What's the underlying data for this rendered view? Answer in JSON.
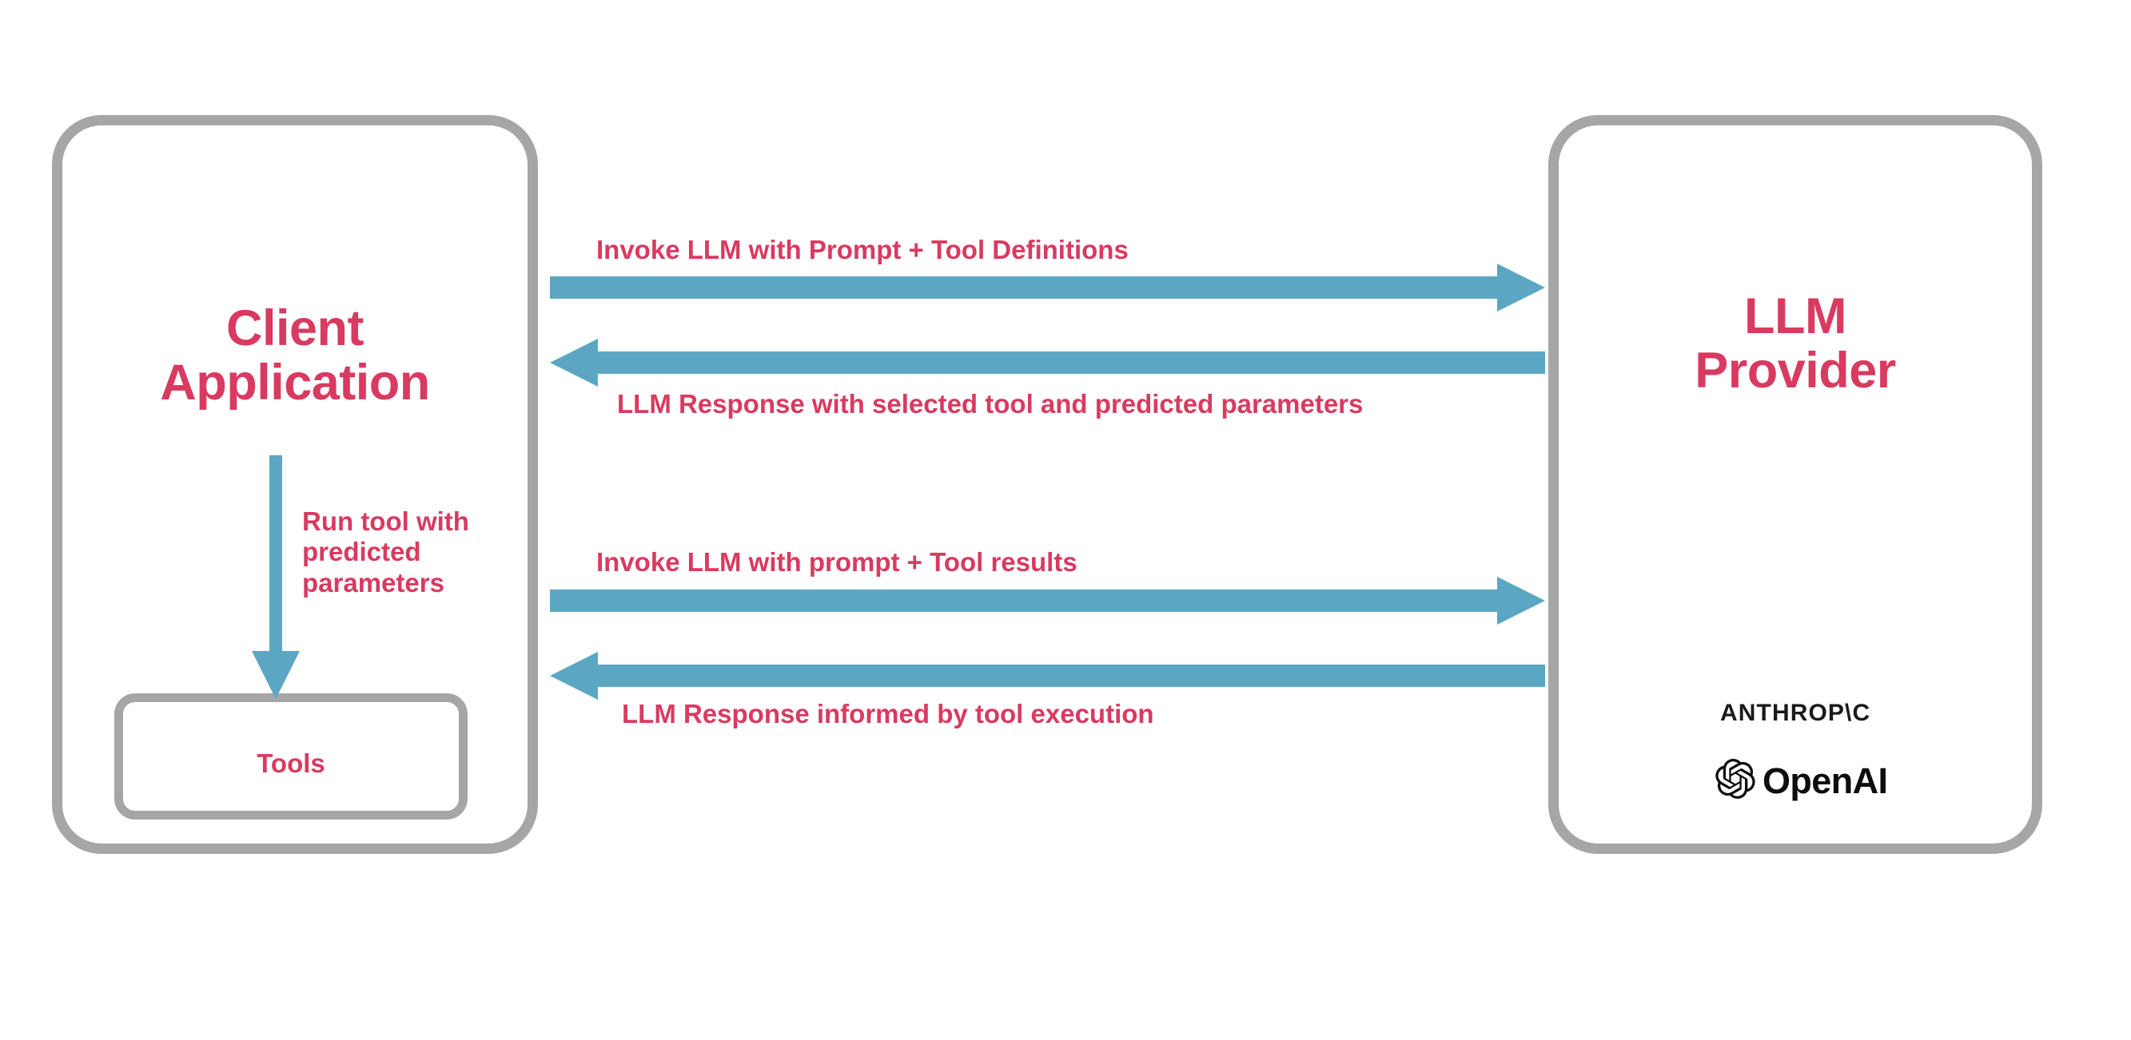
{
  "diagram": {
    "title": "LLM tool-calling flow between client application and LLM provider",
    "colors": {
      "accent_pink": "#d93a60",
      "arrow_blue": "#5ba7c3",
      "box_gray": "#a6a6a6",
      "logo_black": "#0d0d0d",
      "background": "#ffffff"
    },
    "nodes": [
      {
        "id": "client",
        "label_line1": "Client",
        "label_line2": "Application"
      },
      {
        "id": "tools",
        "label": "Tools"
      },
      {
        "id": "provider",
        "label_line1": "LLM",
        "label_line2": "Provider"
      }
    ],
    "flows": [
      {
        "id": "flow-1",
        "label": "Invoke LLM with Prompt + Tool Definitions",
        "direction": "right"
      },
      {
        "id": "flow-2",
        "label": "LLM Response with selected tool and predicted parameters",
        "direction": "left"
      },
      {
        "id": "flow-3",
        "label": "Invoke LLM with prompt + Tool results",
        "direction": "right"
      },
      {
        "id": "flow-4",
        "label": "LLM Response informed by tool execution",
        "direction": "left"
      },
      {
        "id": "flow-internal",
        "label": "Run tool with predicted parameters",
        "direction": "down"
      }
    ],
    "logos": [
      {
        "id": "anthropic",
        "wordmark": "ANTHROP\\C"
      },
      {
        "id": "openai",
        "wordmark": "OpenAI"
      }
    ]
  }
}
